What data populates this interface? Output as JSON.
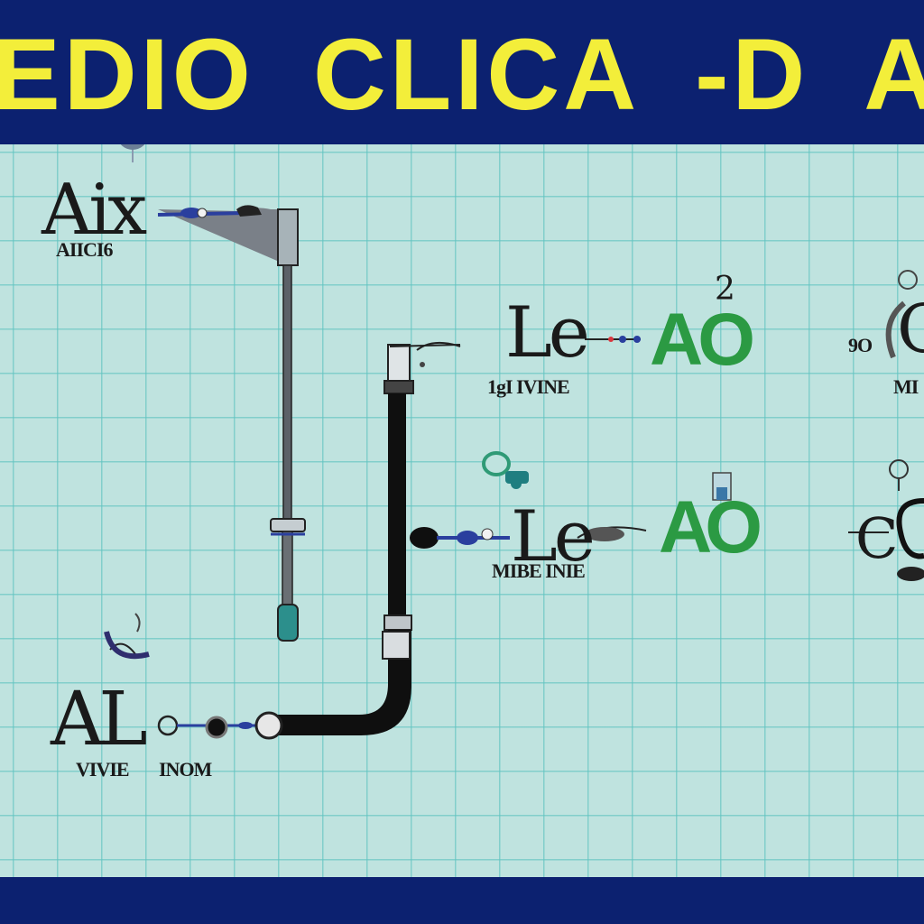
{
  "header": {
    "title": "EDIO CLICA -D ADE"
  },
  "nodes": {
    "top_left": {
      "big": "Aix",
      "small": "AIICI6"
    },
    "mid_upper": {
      "big": "Le",
      "small": "1gI IVINE",
      "sup": "2",
      "green": "AO",
      "green_o": "O"
    },
    "mid_lower": {
      "big": "Le",
      "small": "MIBE INIE",
      "green": "AO",
      "green_o": "O"
    },
    "bottom_left": {
      "big": "AL",
      "small_a": "VIVIE",
      "small_b": "INOM"
    },
    "right_upper": {
      "big": "O",
      "small_a": "9O",
      "small_b": "MI"
    },
    "right_lower": {
      "big": "C"
    }
  },
  "colors": {
    "background": "#bfe3df",
    "grid": "#60c4c0",
    "banner": "#0c2170",
    "title": "#f3ee3a",
    "accent_green": "#2b9a43",
    "pipe": "#111111",
    "fitting": "#2a3f9e"
  }
}
